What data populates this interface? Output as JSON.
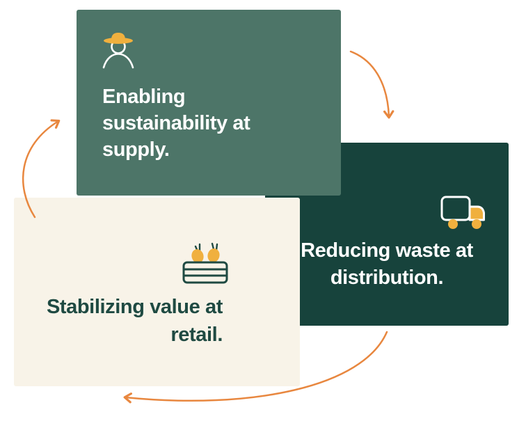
{
  "cards": {
    "supply": {
      "label": "Enabling sustainability at supply.",
      "icon": "farmer-icon"
    },
    "distribution": {
      "label": "Reducing waste at distribution.",
      "icon": "delivery-truck-icon"
    },
    "retail": {
      "label": "Stabilizing value at retail.",
      "icon": "produce-crate-icon"
    }
  },
  "colors": {
    "supply_bg": "#4D7568",
    "distribution_bg": "#17433C",
    "retail_bg": "#F8F3E8",
    "arrow": "#E8873F",
    "accent_yellow": "#F0B03E",
    "text_on_dark": "#FFFFFF",
    "text_on_light": "#1F4A42",
    "page_bg": "#FFFFFF"
  }
}
